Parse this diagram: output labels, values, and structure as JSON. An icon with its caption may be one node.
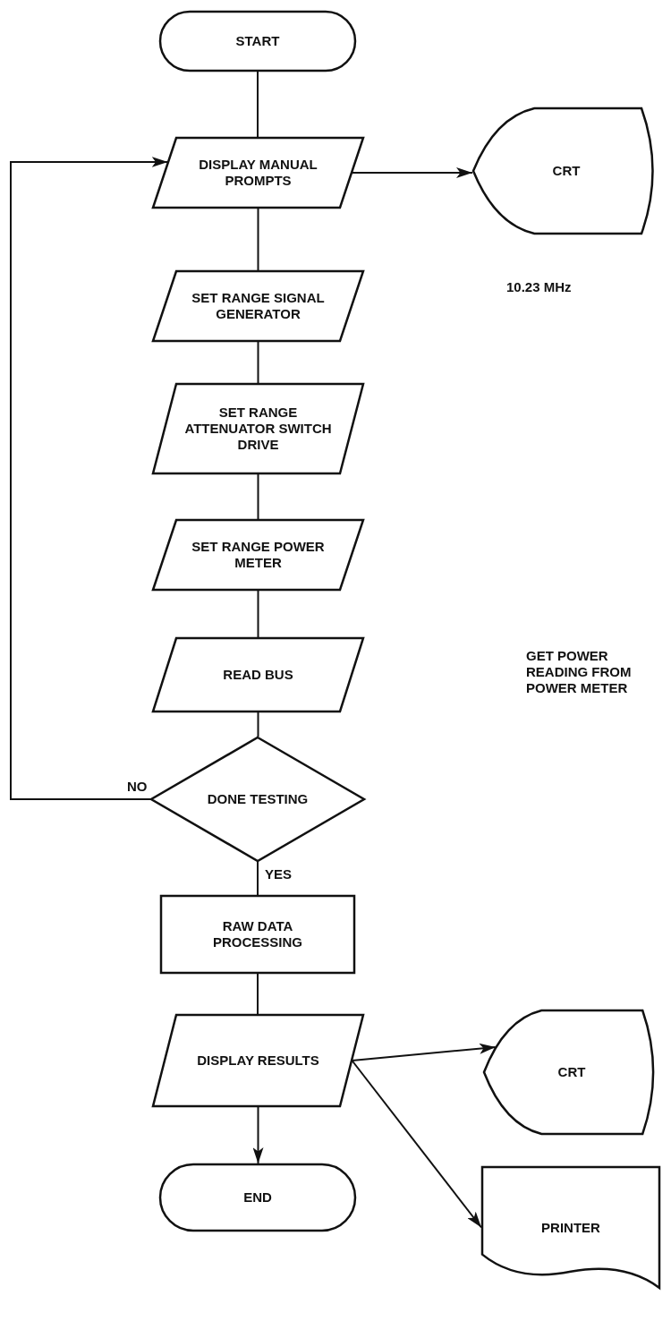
{
  "diagram": {
    "nodes": [
      {
        "text": [
          "START"
        ]
      },
      {
        "text": [
          "DISPLAY MANUAL PROMPTS"
        ]
      },
      {
        "text": [
          "CRT"
        ]
      },
      {
        "text": [
          "SET RANGE SIGNAL GENERATOR"
        ]
      },
      {
        "text": [
          "SET RANGE ATTENUATOR SWITCH DRIVE"
        ]
      },
      {
        "text": [
          "SET RANGE POWER METER"
        ]
      },
      {
        "text": [
          "READ BUS"
        ]
      },
      {
        "text": [
          "DONE TESTING"
        ]
      },
      {
        "text": [
          "RAW DATA PROCESSING"
        ]
      },
      {
        "text": [
          "DISPLAY RESULTS"
        ]
      },
      {
        "text": [
          "CRT"
        ]
      },
      {
        "text": [
          "PRINTER"
        ]
      },
      {
        "text": [
          "END"
        ]
      }
    ],
    "edges": [
      {
        "from": 0,
        "to": 1,
        "arrow": "none"
      },
      {
        "from": 1,
        "to": 2,
        "arrow": "to"
      },
      {
        "from": 1,
        "to": 3,
        "arrow": "none"
      },
      {
        "from": 3,
        "to": 4,
        "arrow": "none"
      },
      {
        "from": 4,
        "to": 5,
        "arrow": "none"
      },
      {
        "from": 5,
        "to": 6,
        "arrow": "none"
      },
      {
        "from": 6,
        "to": 7,
        "arrow": "none"
      },
      {
        "from": 7,
        "to": 1,
        "arrow": "to",
        "label": "NO"
      },
      {
        "from": 7,
        "to": 8,
        "arrow": "none",
        "label": "YES"
      },
      {
        "from": 8,
        "to": 9,
        "arrow": "none"
      },
      {
        "from": 9,
        "to": 10,
        "arrow": "to"
      },
      {
        "from": 9,
        "to": 11,
        "arrow": "to"
      },
      {
        "from": 9,
        "to": 12,
        "arrow": "to"
      }
    ],
    "labels": [
      "10.23 MHz",
      "GET POWER READING FROM POWER METER"
    ]
  }
}
